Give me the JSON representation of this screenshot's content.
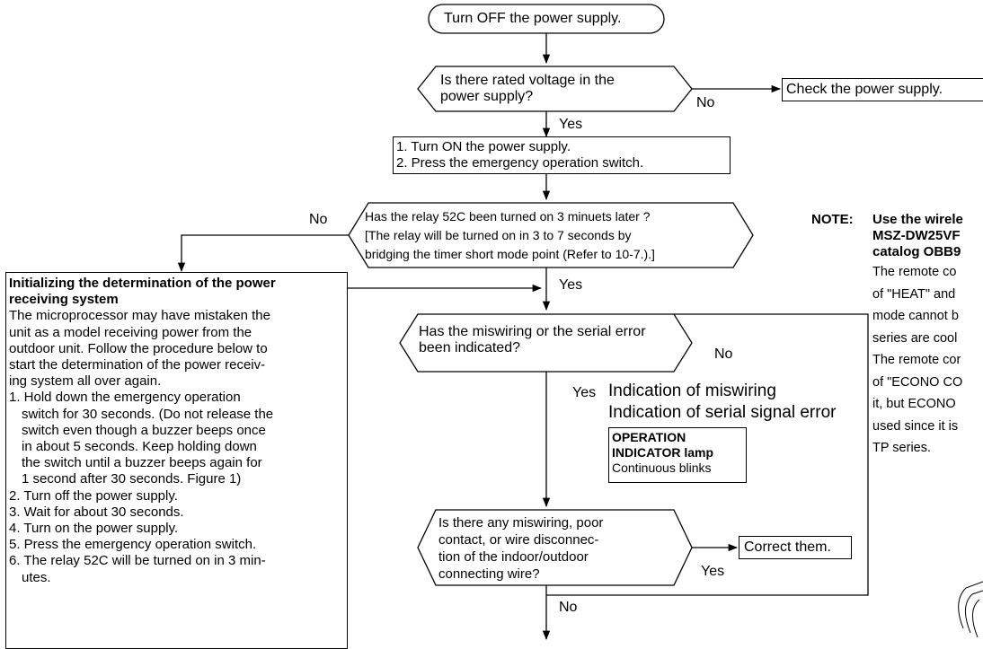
{
  "start": {
    "label": "Turn OFF the power supply."
  },
  "d1": {
    "lines": [
      "Is there rated voltage in the",
      "power supply?"
    ],
    "no": "No",
    "yes": "Yes"
  },
  "check_power": "Check the power supply.",
  "step1": {
    "lines": [
      "1. Turn ON the power supply.",
      "2. Press the emergency operation switch."
    ]
  },
  "d2": {
    "lines": [
      "Has the relay 52C been turned on 3 minuets later ?",
      "[The relay will be turned on in 3 to 7 seconds by",
      "bridging the timer short mode point (Refer to 10-7.).]"
    ],
    "no": "No",
    "yes": "Yes"
  },
  "init_box": {
    "title_lines": [
      "Initializing the determination of the power",
      "receiving system"
    ],
    "body_lines": [
      "The microprocessor may have mistaken the",
      "unit as a model receiving power from the",
      "outdoor unit. Follow the procedure below to",
      "start the determination of the power receiv-",
      "ing system all over again."
    ],
    "items": [
      [
        "1. Hold down the emergency operation",
        "switch for 30 seconds. (Do not release the",
        "switch even though a buzzer beeps once",
        "in about 5 seconds. Keep holding down",
        "the switch until a buzzer beeps again for",
        "1 second after 30 seconds. Figure 1)"
      ],
      [
        "2. Turn off the power supply."
      ],
      [
        "3. Wait for about 30 seconds."
      ],
      [
        "4. Turn on the power supply."
      ],
      [
        "5. Press the emergency operation switch."
      ],
      [
        "6. The relay 52C will be turned on in 3 min-",
        "utes."
      ]
    ]
  },
  "d3": {
    "lines": [
      "Has the miswiring or the serial error",
      "been indicated?"
    ],
    "no": "No",
    "yes": "Yes"
  },
  "indication": {
    "lines": [
      "Indication of miswiring",
      "Indication of serial signal error"
    ]
  },
  "op_lamp": {
    "title_lines": [
      "OPERATION",
      "INDICATOR lamp"
    ],
    "sub": "Continuous blinks"
  },
  "d4": {
    "lines": [
      "Is there any miswiring, poor",
      "contact, or wire disconnec-",
      "tion of the indoor/outdoor",
      "connecting wire?"
    ],
    "yes": "Yes",
    "no": "No"
  },
  "correct": "Correct them.",
  "note": {
    "label": "NOTE:",
    "head_lines": [
      "Use the wirele",
      "MSZ-DW25VF",
      "catalog OBB9"
    ],
    "body_lines": [
      "The remote co",
      "of \"HEAT\" and",
      "mode cannot b",
      "series are cool",
      "The remote cor",
      "of \"ECONO CO",
      "it, but ECONO",
      "used since it is",
      "TP series."
    ]
  }
}
